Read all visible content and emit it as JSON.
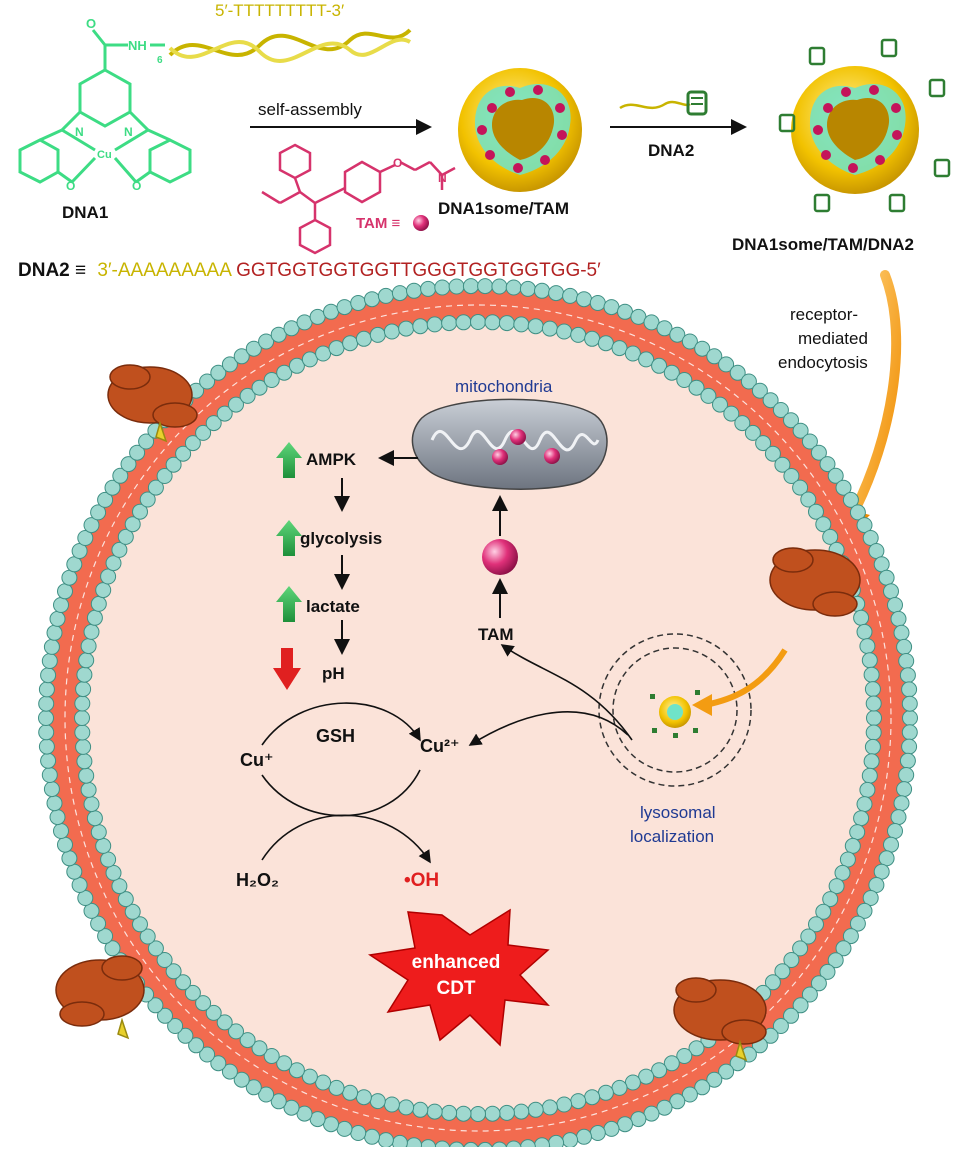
{
  "top": {
    "dna1_sequence": "5′-TTTTTTTTT-3′",
    "dna1_linker": "NH",
    "dna1_subscript": "6",
    "metal": "Cu",
    "self_assembly_label": "self-assembly",
    "dna1_label": "DNA1",
    "tam_label": "TAM ≡",
    "dna1some_tam_label": "DNA1some/TAM",
    "dna2_arrow_label": "DNA2",
    "dna1some_tam_dna2_label": "DNA1some/TAM/DNA2",
    "dna2_def_prefix": "DNA2 ≡",
    "dna2_def_poly_a": "3′-AAAAAAAAA",
    "dna2_def_g_rich": "GGTGGTGGTGGTTGGGTGGTGGTGG-5′"
  },
  "endocytosis": {
    "line1": "receptor-",
    "line2": "mediated",
    "line3": "endocytosis"
  },
  "cell": {
    "mitochondria_label": "mitochondria",
    "ampk": "AMPK",
    "glycolysis": "glycolysis",
    "lactate": "lactate",
    "ph": "pH",
    "tam": "TAM",
    "gsh": "GSH",
    "cu_plus": "Cu⁺",
    "cu_2plus": "Cu²⁺",
    "h2o2": "H₂O₂",
    "oh_radical": "•OH",
    "lysosome_line1": "lysosomal",
    "lysosome_line2": "localization",
    "burst_line1": "enhanced",
    "burst_line2": "CDT"
  },
  "colors": {
    "dna_yellow": "#c8b400",
    "chem_green": "#3ddc84",
    "chem_magenta": "#d6336c",
    "g_rich_red": "#b22222",
    "up_arrow_green": "#2ea043",
    "down_arrow_red": "#e02020",
    "membrane_orange": "#f26b4f",
    "lipid_head": "#9fd8cf",
    "cytoplasm": "#fbe3d9",
    "label_blue": "#1f3a93",
    "arrow_orange": "#f39c12",
    "burst_red": "#ee1c1c"
  }
}
